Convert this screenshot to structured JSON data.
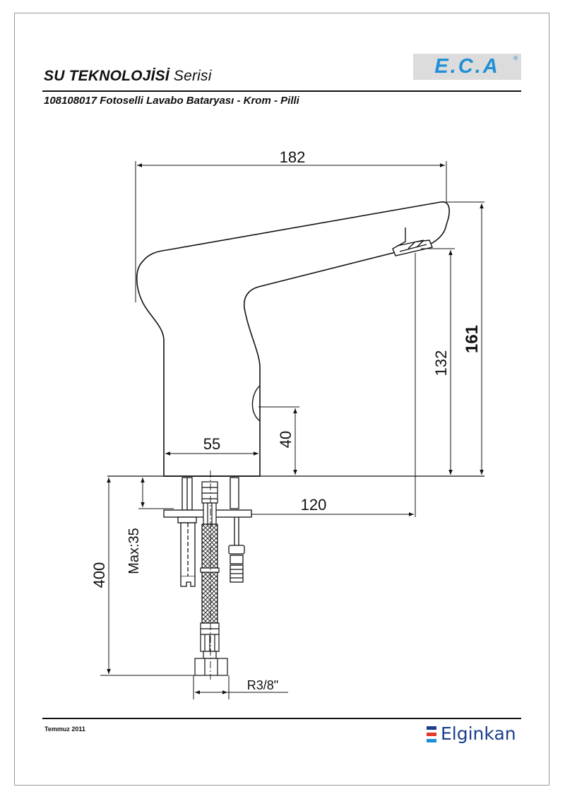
{
  "header": {
    "series_bold": "SU TEKNOLOJİSİ",
    "series_thin": " Serisi",
    "product": "108108017 Fotoselli Lavabo Bataryası - Krom - Pilli"
  },
  "brand_logo": {
    "text": "E.C.A",
    "reg_mark": "®",
    "background": "#dcdcdc",
    "color": "#1f8fd6"
  },
  "footer": {
    "date": "Temmuz 2011",
    "company": "Elginkan",
    "company_color": "#1a3d8f",
    "mark_colors": [
      "#1a3d8f",
      "#e23a2e",
      "#1f8fd6"
    ]
  },
  "drawing": {
    "dimensions": {
      "width_total": "182",
      "height_total": "161",
      "spout_height": "132",
      "sensor_height": "40",
      "base_width": "55",
      "reach": "120",
      "hose_length": "400",
      "max_deck": "Max:35",
      "thread": "R3/8\""
    }
  }
}
